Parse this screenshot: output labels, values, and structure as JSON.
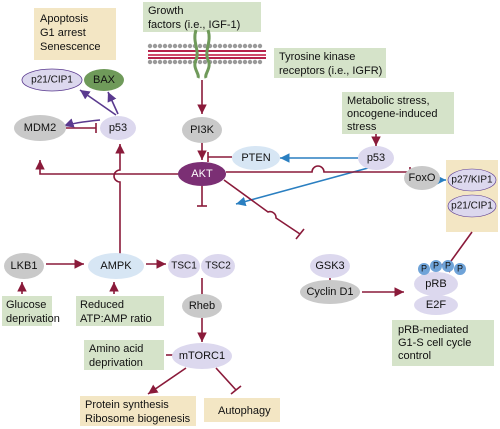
{
  "labels": {
    "apoptosis_1": "Apoptosis",
    "apoptosis_2": "G1 arrest",
    "apoptosis_3": "Senescence",
    "growth_1": "Growth",
    "growth_2": "factors (i.e., IGF-1)",
    "receptor_1": "Tyrosine kinase",
    "receptor_2": "receptors (i.e., IGFR)",
    "metabolic_1": "Metabolic stress,",
    "metabolic_2": "oncogene-induced",
    "metabolic_3": "stress",
    "glucose_1": "Glucose",
    "glucose_2": "deprivation",
    "reduced_1": "Reduced",
    "reduced_2": "ATP:AMP ratio",
    "amino_1": "Amino acid",
    "amino_2": "deprivation",
    "protein_1": "Protein synthesis",
    "protein_2": "Ribosome biogenesis",
    "autophagy": "Autophagy",
    "prb_text_1": "pRB-mediated",
    "prb_text_2": "G1-S cell cycle",
    "prb_text_3": "control"
  },
  "nodes": {
    "p21": "p21/CIP1",
    "bax": "BAX",
    "mdm2": "MDM2",
    "p53_left": "p53",
    "pi3k": "PI3K",
    "pten": "PTEN",
    "p53_right": "p53",
    "akt": "AKT",
    "foxo": "FoxO",
    "p27": "p27/KIP1",
    "p21_right": "p21/CIP1",
    "lkb1": "LKB1",
    "ampk": "AMPK",
    "tsc1": "TSC1",
    "tsc2": "TSC2",
    "gsk3": "GSK3",
    "rheb": "Rheb",
    "cyclin_d1": "Cyclin D1",
    "prb": "pRB",
    "e2f": "E2F",
    "mtorc1": "mTORC1",
    "phospho": "P"
  },
  "colors": {
    "green_box": "#d5e3c9",
    "tan_box": "#f3e6c4",
    "gray_node": "#c9c9c9",
    "lavender_node": "#dcd8ee",
    "blue_node": "#d7e6f4",
    "dark_green_node": "#6f9a5a",
    "akt_purple": "#7b2f74",
    "maroon": "#8a1a3a",
    "blue_arrow": "#2a7fc1",
    "purple_arrow": "#5a3a8f"
  }
}
